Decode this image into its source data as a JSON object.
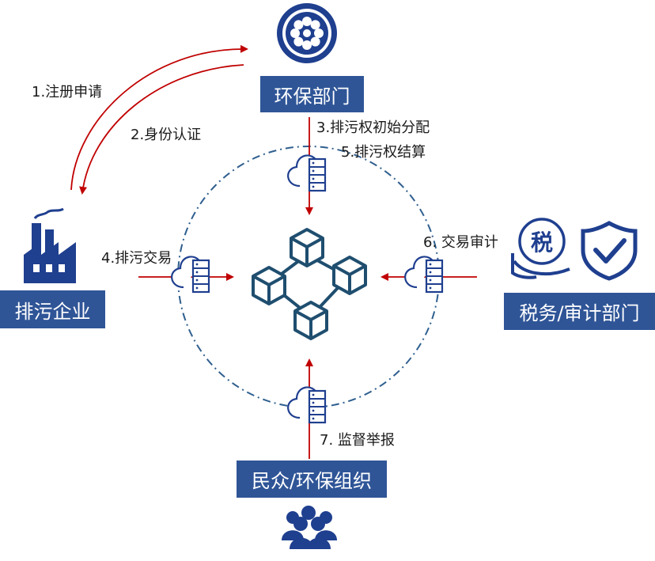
{
  "colors": {
    "box_fill": "#2f5597",
    "arrow": "#c00000",
    "icon_blue": "#1f3f8f",
    "cube": "#1f4e6f",
    "circle": "#2f5f8f"
  },
  "nodes": {
    "env_dept": "环保部门",
    "enterprise": "排污企业",
    "tax_audit": "税务/审计部门",
    "public_org": "民众/环保组织"
  },
  "steps": {
    "s1": "1.注册申请",
    "s2": "2.身份认证",
    "s3": "3.排污权初始分配",
    "s5": "5.排污权结算",
    "s4": "4.排污交易",
    "s6": "6. 交易审计",
    "s7": "7. 监督举报"
  },
  "icons": {
    "tax_glyph": "税",
    "env_emblem": "emblem-icon",
    "factory": "factory-icon",
    "shield": "shield-check-icon",
    "crowd": "crowd-icon",
    "cloud_server": "cloud-server-icon",
    "blockchain": "blockchain-icon"
  }
}
